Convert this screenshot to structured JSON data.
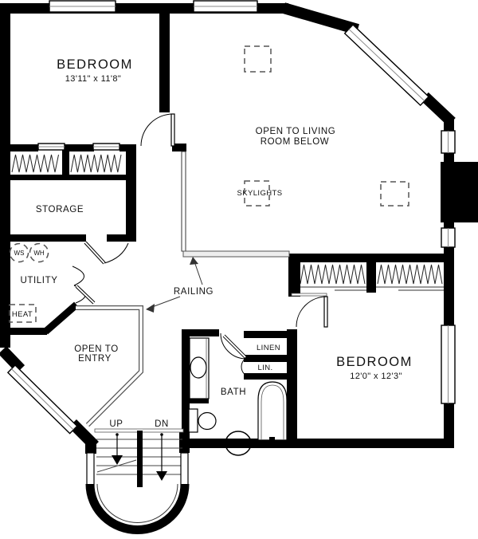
{
  "plan": {
    "bedroom1": {
      "name": "BEDROOM",
      "dims": "13'11\" x 11'8\""
    },
    "living": {
      "line1": "OPEN TO LIVING",
      "line2": "ROOM BELOW"
    },
    "skylights": "SKYLIGHTS",
    "storage": "STORAGE",
    "utility": "UTILITY",
    "washer": "WS",
    "water_heater": "WH",
    "heat": "HEAT",
    "railing": "RAILING",
    "entry": {
      "line1": "OPEN TO",
      "line2": "ENTRY"
    },
    "stairs": {
      "up": "UP",
      "down": "DN"
    },
    "bath": "BATH",
    "linen": "LINEN",
    "lin": "LIN.",
    "bedroom2": {
      "name": "BEDROOM",
      "dims": "12'0\" x 12'3\""
    }
  },
  "colors": {
    "wall": "#000000",
    "text": "#111111",
    "railing_fill": "#eeeeee"
  }
}
